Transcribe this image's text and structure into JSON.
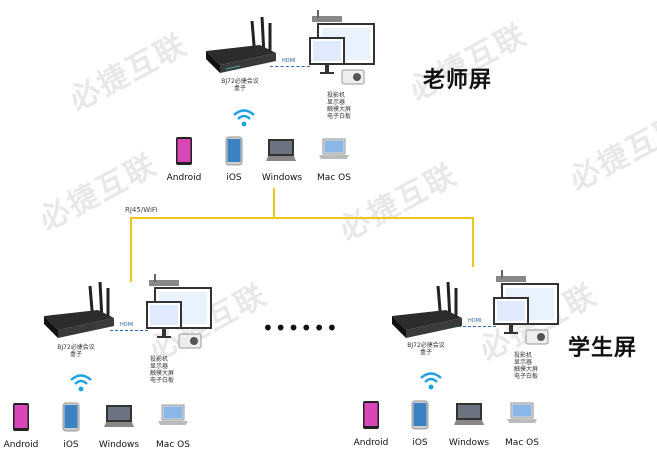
{
  "watermark": "必捷互联",
  "teacher": {
    "title": "老师屏",
    "box_label": "BJ72必捷会议盒子",
    "display_labels": [
      "投影机",
      "显示器",
      "触摸大屏",
      "电子白板"
    ],
    "hdmi_label": "HDMI",
    "devices": [
      "Android",
      "iOS",
      "Windows",
      "Mac OS"
    ]
  },
  "link_label": "RJ45/WiFi",
  "dots": "••••••",
  "student": {
    "title": "学生屏",
    "left": {
      "box_label": "BJ72必捷会议盒子",
      "display_labels": [
        "投影机",
        "显示器",
        "触摸大屏",
        "电子白板"
      ],
      "hdmi_label": "HDMI",
      "devices": [
        "Android",
        "iOS",
        "Windows",
        "Mac OS"
      ]
    },
    "right": {
      "box_label": "BJ72必捷会议盒子",
      "display_labels": [
        "投影机",
        "显示器",
        "触摸大屏",
        "电子白板"
      ],
      "hdmi_label": "HDMI",
      "devices": [
        "Android",
        "iOS",
        "Windows",
        "Mac OS"
      ]
    }
  }
}
